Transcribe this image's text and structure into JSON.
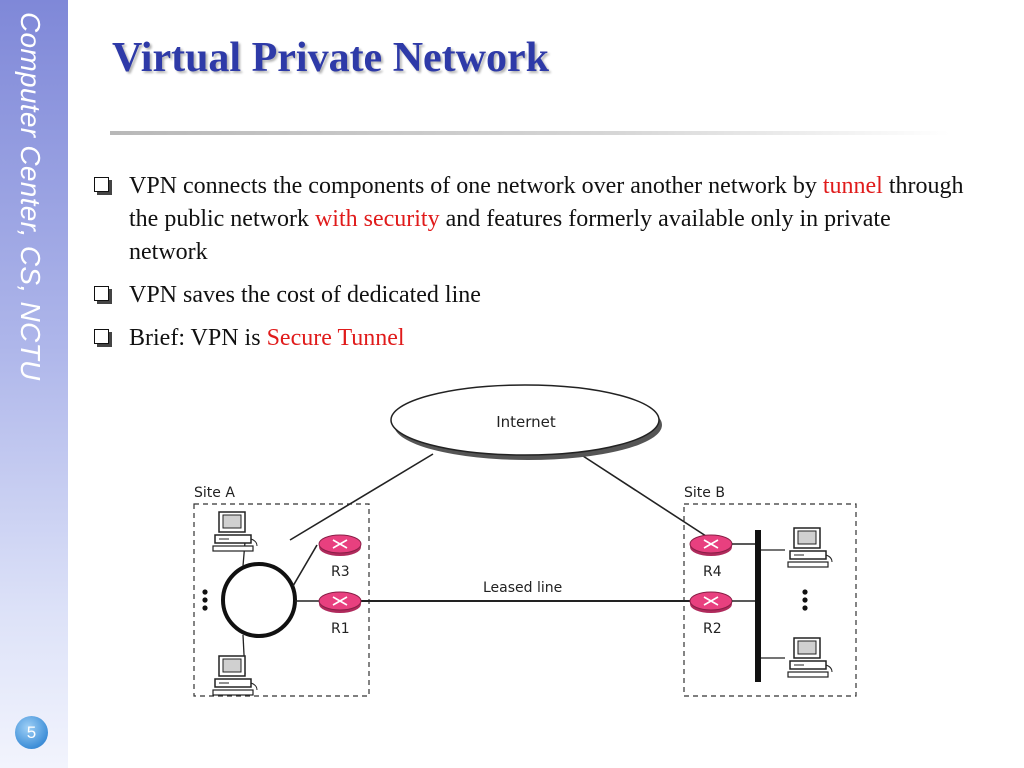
{
  "sidebar": {
    "text": "Computer Center, CS, NCTU"
  },
  "page_number": "5",
  "title": "Virtual Private Network",
  "bullets": [
    {
      "segments": [
        {
          "text": "VPN connects the components of one network over another network by ",
          "highlight": false
        },
        {
          "text": "tunnel",
          "highlight": true
        },
        {
          "text": " through the public network ",
          "highlight": false
        },
        {
          "text": "with security",
          "highlight": true
        },
        {
          "text": " and features formerly available only in private network",
          "highlight": false
        }
      ]
    },
    {
      "segments": [
        {
          "text": "VPN saves the cost of dedicated line",
          "highlight": false
        }
      ]
    },
    {
      "segments": [
        {
          "text": "Brief: VPN is ",
          "highlight": false
        },
        {
          "text": "Secure Tunnel",
          "highlight": true
        }
      ]
    }
  ],
  "diagram": {
    "internet_label": "Internet",
    "site_a_label": "Site A",
    "site_b_label": "Site B",
    "leased_line_label": "Leased line",
    "routers": {
      "r1": "R1",
      "r2": "R2",
      "r3": "R3",
      "r4": "R4"
    },
    "router_icon": "router-icon",
    "computer_icon": "desktop-computer-icon",
    "ellipsis_icon": "vertical-ellipsis-icon"
  },
  "colors": {
    "title": "#2e3aa8",
    "highlight": "#e01b1b",
    "router": "#e8407f",
    "sidebar_top": "#7f88d8"
  }
}
